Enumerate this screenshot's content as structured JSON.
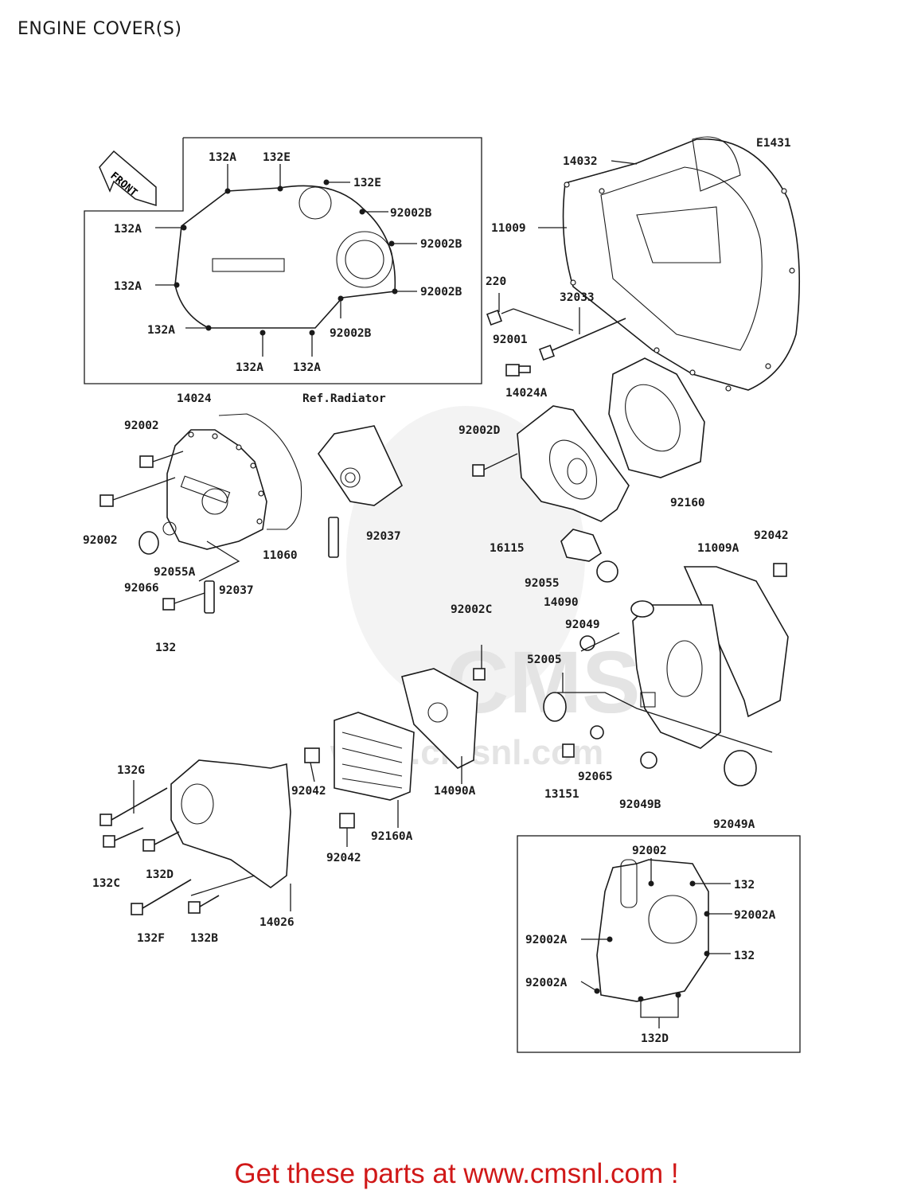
{
  "title": "ENGINE COVER(S)",
  "diagram_code": "E1431",
  "front_label": "FRONT",
  "ref_label": "Ref.Radiator",
  "watermark": "www.cmsnl.com",
  "watermark_logo": "CMS",
  "footer": "Get these parts at www.cmsnl.com !",
  "labels": {
    "l132A_1": "132A",
    "l132E_1": "132E",
    "l132E_2": "132E",
    "l92002B_1": "92002B",
    "l132A_2": "132A",
    "l92002B_2": "92002B",
    "l132A_3": "132A",
    "l92002B_3": "92002B",
    "l132A_4": "132A",
    "l92002B_4": "92002B",
    "l132A_5": "132A",
    "l132A_6": "132A",
    "l14032": "14032",
    "l11009": "11009",
    "l220": "220",
    "l32033": "32033",
    "l92001": "92001",
    "l14024": "14024",
    "l92002_1": "92002",
    "l92002_2": "92002",
    "l11060": "11060",
    "l92066": "92066",
    "l92055A": "92055A",
    "l92037_1": "92037",
    "l92037_2": "92037",
    "l132_1": "132",
    "l14024A": "14024A",
    "l92002D": "92002D",
    "l92160": "92160",
    "l16115": "16115",
    "l92042_1": "92042",
    "l11009A": "11009A",
    "l92055": "92055",
    "l14090": "14090",
    "l92002C": "92002C",
    "l92049": "92049",
    "l52005": "52005",
    "l132G": "132G",
    "l92042_2": "92042",
    "l14090A": "14090A",
    "l13151": "13151",
    "l92065": "92065",
    "l92049B": "92049B",
    "l92049A": "92049A",
    "l132C": "132C",
    "l132D_1": "132D",
    "l92042_3": "92042",
    "l92160A": "92160A",
    "l14026": "14026",
    "l132F": "132F",
    "l132B": "132B",
    "l92002_3": "92002",
    "l132_2": "132",
    "l92002A_1": "92002A",
    "l92002A_2": "92002A",
    "l132_3": "132",
    "l92002A_3": "92002A",
    "l132D_2": "132D"
  }
}
